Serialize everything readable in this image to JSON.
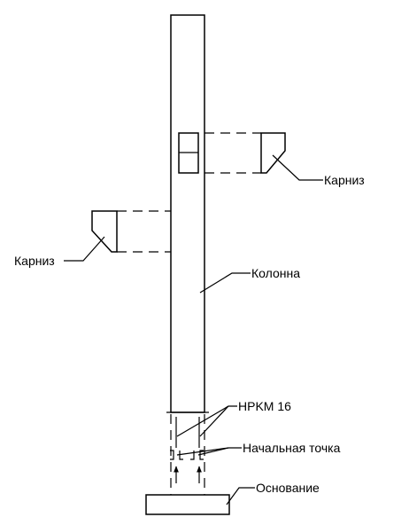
{
  "labels": {
    "cornice_right": "Карниз",
    "cornice_left": "Карниз",
    "column": "Колонна",
    "anchor": "HPKM 16",
    "start_point": "Начальная точка",
    "foundation": "Основание"
  }
}
